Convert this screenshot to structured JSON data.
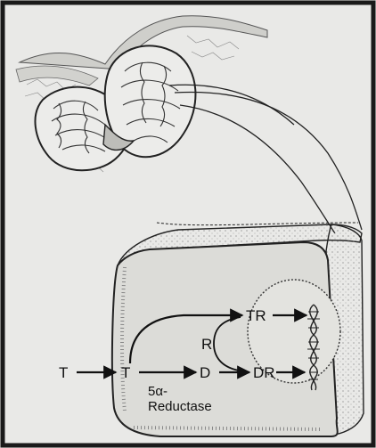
{
  "labels": {
    "t_outside": "T",
    "t_inside": "T",
    "d": "D",
    "tr": "TR",
    "dr": "DR",
    "r": "R",
    "enzyme_line1": "5α-",
    "enzyme_line2": "Reductase"
  },
  "colors": {
    "background": "#e9e9e7",
    "frame": "#1a1a1a",
    "cell_fill": "#dcdcd8",
    "ink": "#111111"
  }
}
